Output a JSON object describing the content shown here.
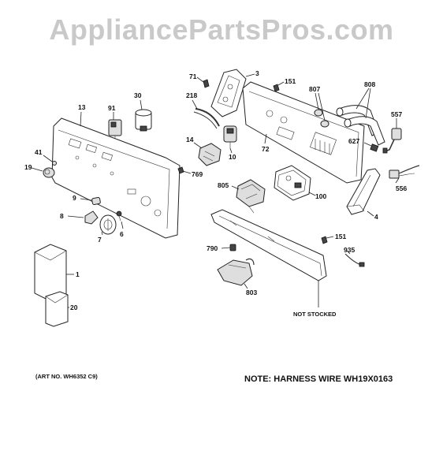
{
  "watermark": "AppliancePartsPros.com",
  "callouts": {
    "c71": "71",
    "c3": "3",
    "c151a": "151",
    "c807": "807",
    "c808": "808",
    "c218": "218",
    "c30": "30",
    "c91": "91",
    "c13": "13",
    "c557": "557",
    "c72": "72",
    "c627": "627",
    "c14": "14",
    "c10": "10",
    "c41": "41",
    "c19": "19",
    "c769": "769",
    "c805": "805",
    "c100": "100",
    "c556": "556",
    "c9": "9",
    "c4": "4",
    "c8": "8",
    "c7": "7",
    "c6": "6",
    "c151b": "151",
    "c790": "790",
    "c935": "935",
    "c1": "1",
    "c803": "803",
    "c20": "20"
  },
  "not_stocked": "NOT STOCKED",
  "art_no": "(ART NO. WH6352 C9)",
  "harness_note": "NOTE: HARNESS WIRE WH19X0163"
}
